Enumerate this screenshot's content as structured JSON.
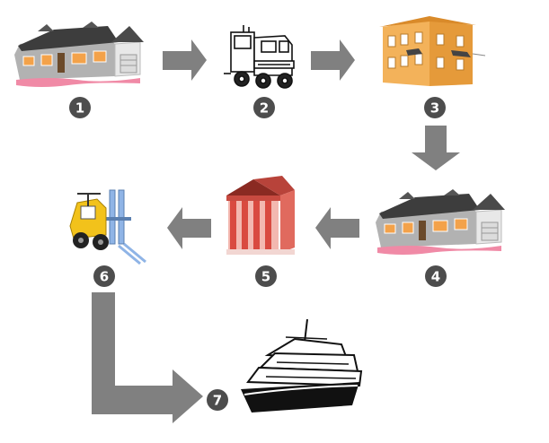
{
  "steps": [
    {
      "number": "1",
      "icon": "stone-house-icon"
    },
    {
      "number": "2",
      "icon": "truck-icon"
    },
    {
      "number": "3",
      "icon": "orange-building-icon"
    },
    {
      "number": "4",
      "icon": "stone-house-icon"
    },
    {
      "number": "5",
      "icon": "columned-bank-icon"
    },
    {
      "number": "6",
      "icon": "forklift-icon"
    },
    {
      "number": "7",
      "icon": "ship-icon"
    }
  ],
  "colors": {
    "arrow": "#808080",
    "badge": "#4d4d4d",
    "stone": "#a9a9a9",
    "roof": "#3d3d3d",
    "pink": "#f08aa6",
    "orange": "#f3b25a",
    "red": "#d94a40",
    "yellow": "#f2c21b",
    "blue": "#8fb4e6"
  }
}
